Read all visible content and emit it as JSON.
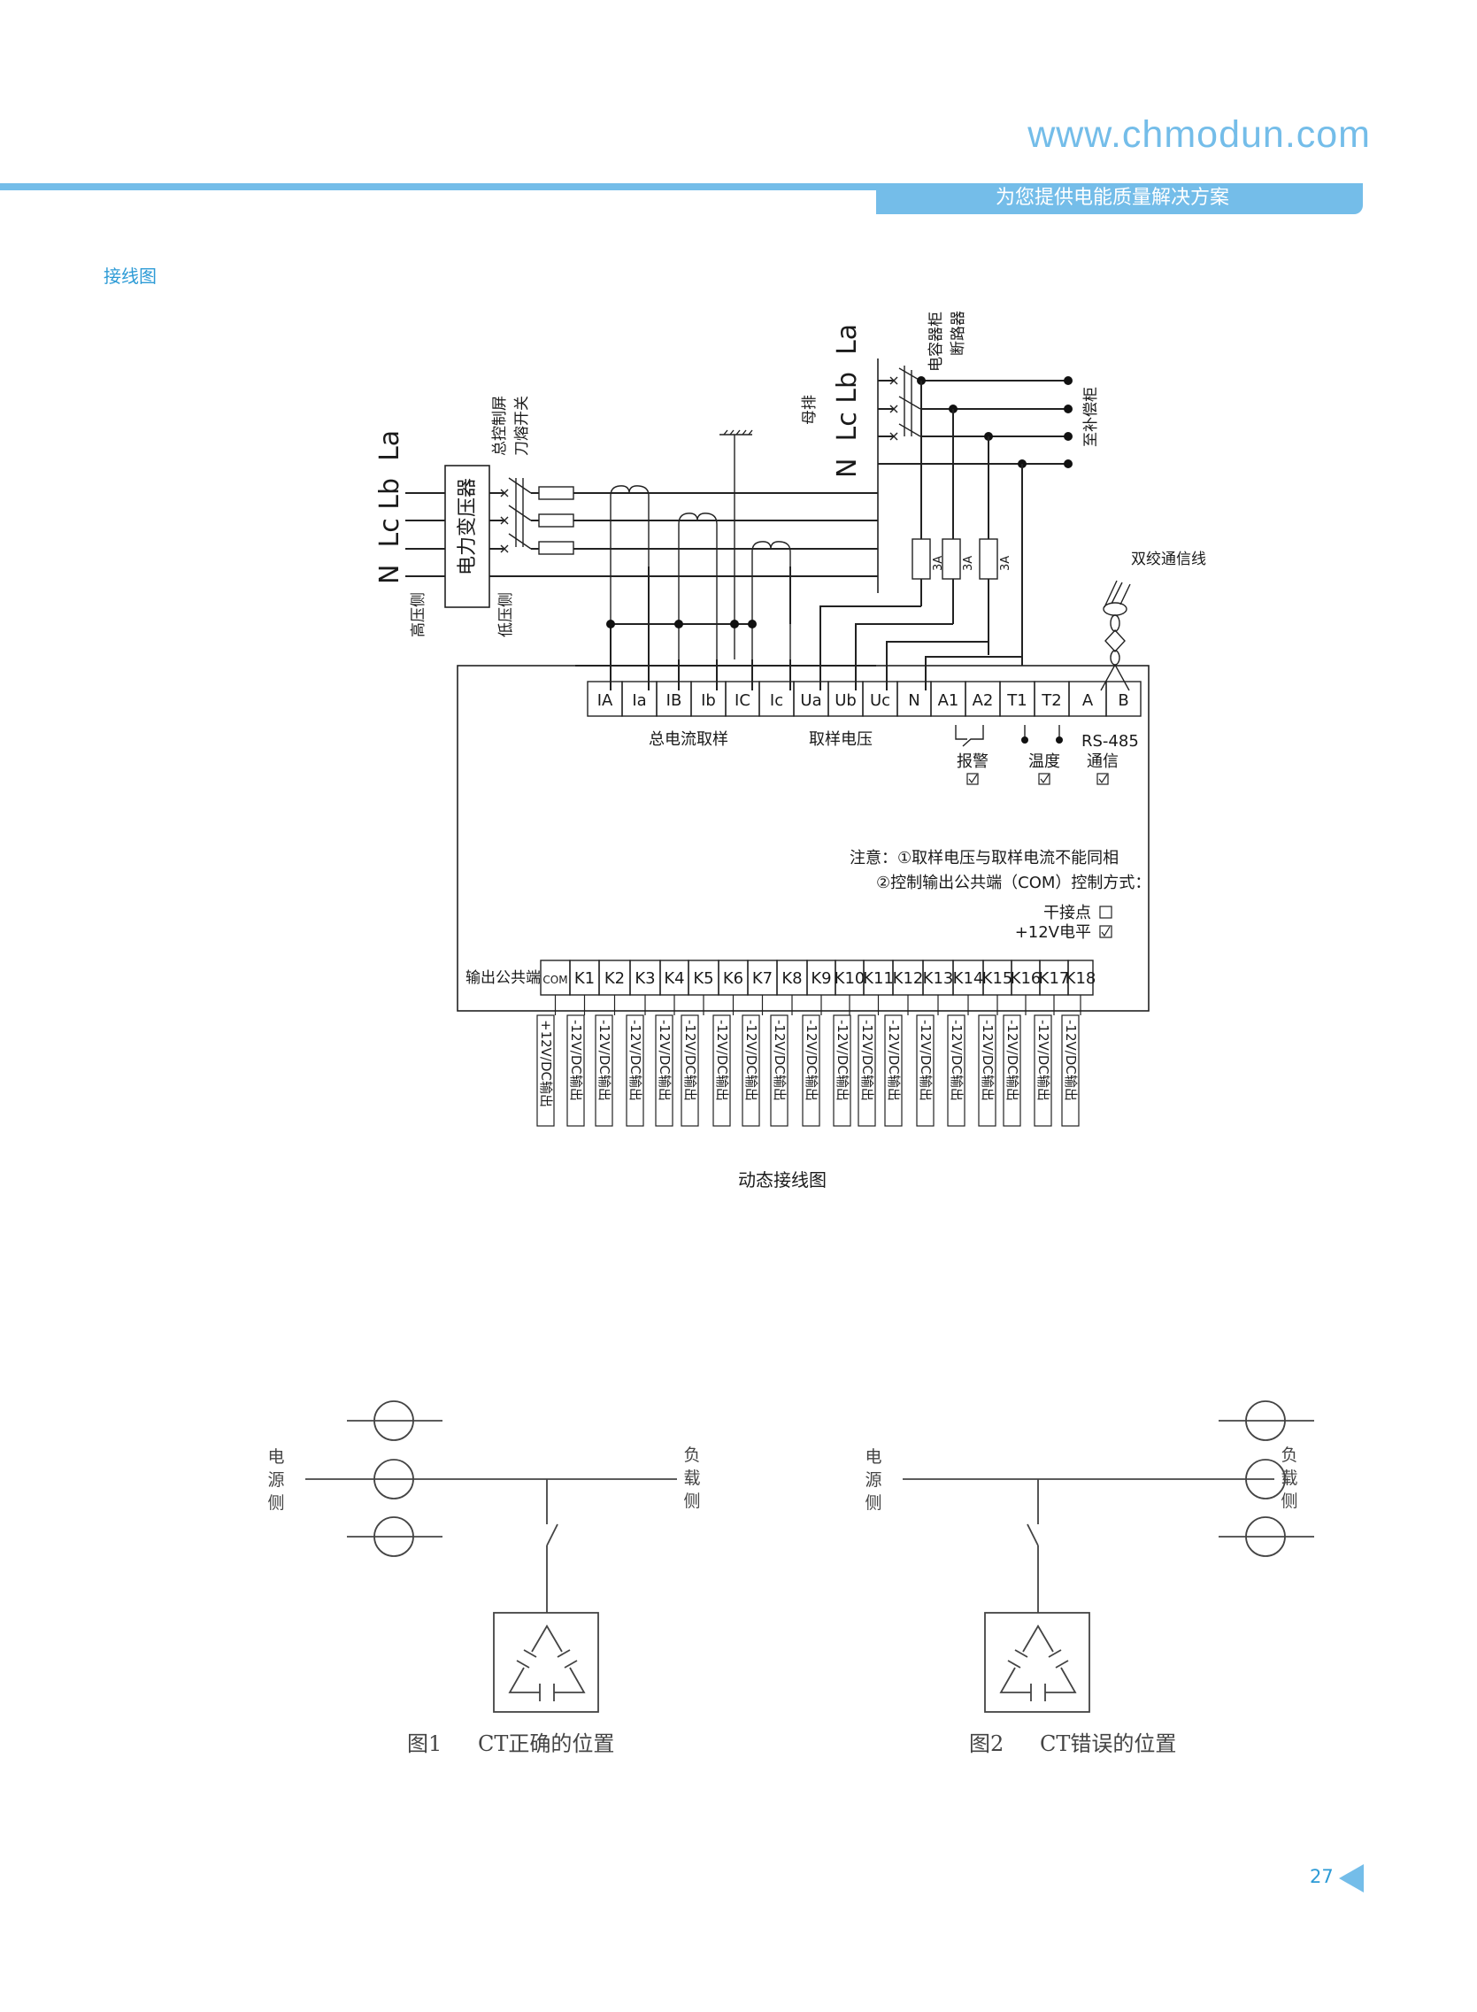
{
  "header": {
    "url": "www.chmodun.com",
    "tagline": "为您提供电能质量解决方案",
    "accent_color": "#74bde9",
    "title_color": "#2d9bd6"
  },
  "section_title": "接线图",
  "wiring_diagram": {
    "caption": "动态接线图",
    "source_phases_label": "N  Lc Lb  La",
    "high_voltage_side": "高压侧",
    "low_voltage_side": "低压侧",
    "transformer": "电力变压器",
    "main_switch_line1": "总控制屏",
    "main_switch_line2": "刀熔开关",
    "busbar_label": "母排",
    "busbar_phases_label": "N  Lc Lb  La",
    "capacitor_breaker_line1": "电容器柜",
    "capacitor_breaker_line2": "断路器",
    "to_compensation_cabinet": "至补偿柜",
    "fuse_rating": "3A",
    "twisted_pair_label": "双绞通信线",
    "input_terminals": [
      "IA",
      "Ia",
      "IB",
      "Ib",
      "IC",
      "Ic",
      "Ua",
      "Ub",
      "Uc",
      "N",
      "A1",
      "A2",
      "T1",
      "T2",
      "A",
      "B"
    ],
    "current_sampling_label": "总电流取样",
    "voltage_sampling_label": "取样电压",
    "rs485_label": "RS-485",
    "functions": [
      {
        "label": "报警",
        "checked": true
      },
      {
        "label": "温度",
        "checked": true
      },
      {
        "label": "通信",
        "checked": true
      }
    ],
    "note_line1": "注意：①取样电压与取样电流不能同相",
    "note_line2": "②控制输出公共端（COM）控制方式：",
    "control_modes": [
      {
        "label": "干接点",
        "checked": false
      },
      {
        "label": "+12V电平",
        "checked": true
      }
    ],
    "output_common_label": "输出公共端",
    "output_terminals": [
      "COM",
      "K1",
      "K2",
      "K3",
      "K4",
      "K5",
      "K6",
      "K7",
      "K8",
      "K9",
      "K10",
      "K11",
      "K12",
      "K13",
      "K14",
      "K15",
      "K16",
      "K17",
      "K18"
    ],
    "com_output_label": "+12V/DC输出",
    "k_output_label": "-12V/DC输出"
  },
  "ct_figures": [
    {
      "source_side": "电源侧",
      "load_side": "负载侧",
      "fig_no": "图1",
      "caption": "CT正确的位置",
      "ct_position": "source"
    },
    {
      "source_side": "电源侧",
      "load_side": "负载侧",
      "fig_no": "图2",
      "caption": "CT错误的位置",
      "ct_position": "load"
    }
  ],
  "page_number": "27"
}
